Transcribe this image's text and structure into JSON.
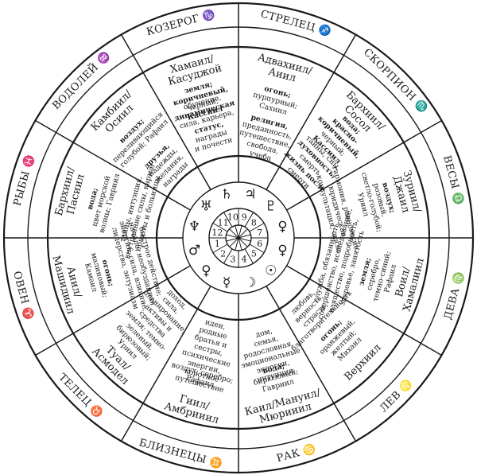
{
  "diagram": {
    "signs": [
      {
        "name": "СТРЕЛЕЦ",
        "symbol": "♐"
      },
      {
        "name": "СКОРПИОН",
        "symbol": "♏"
      },
      {
        "name": "ВЕСЫ",
        "symbol": "♎"
      },
      {
        "name": "ДЕВА",
        "symbol": "♍"
      },
      {
        "name": "ЛЕВ",
        "symbol": "♌"
      },
      {
        "name": "РАК",
        "symbol": "♋"
      },
      {
        "name": "БЛИЗНЕЦЫ",
        "symbol": "♊"
      },
      {
        "name": "ТЕЛЕЦ",
        "symbol": "♉"
      },
      {
        "name": "ОВЕН",
        "symbol": "♈"
      },
      {
        "name": "РЫБЫ",
        "symbol": "♓"
      },
      {
        "name": "ВОДОЛЕЙ",
        "symbol": "♒"
      },
      {
        "name": "КОЗЕРОГ",
        "symbol": "♑"
      }
    ],
    "angels": [
      [
        "Адвахиил/",
        "Аиил"
      ],
      [
        "Бархиил/",
        "Сосол"
      ],
      [
        "Зуриил/",
        "Джаил"
      ],
      [
        "Воил/",
        "Хамалиил"
      ],
      [
        "Верхиил"
      ],
      [
        "Каил/Мануил/",
        "Мюрииил"
      ],
      [
        "Гиил/",
        "Амбрииил"
      ],
      [
        "Туал/",
        "Асмодел"
      ],
      [
        "Аиил/",
        "Машидиил"
      ],
      [
        "Бархиил/",
        "Пасиил"
      ],
      [
        "Камбиил/",
        "Осиил"
      ],
      [
        "Хамаил/",
        "Касуджой"
      ]
    ],
    "outer_descriptions": [
      [
        "огонь;",
        "пурпурный;",
        "Сахиил"
      ],
      [
        "вода;",
        "красно-",
        "коричневый,",
        "черный;",
        "Кассиил"
      ],
      [
        "воздух;",
        "розовый,",
        "светло-голубой;",
        "Уриил"
      ],
      [
        "земля;",
        "серебро,",
        "темно-синий;",
        "Рафаил"
      ],
      [
        "огонь;",
        "оранжевый,",
        "желтый;",
        "Михаил"
      ],
      [
        "вода;",
        "бирюзовый;",
        "Гавриил"
      ],
      [
        "воздух; серебро;",
        "Рафаил"
      ],
      [
        "земля; темно-",
        "зеленый,",
        "бирюзовый;",
        "Уриил"
      ],
      [
        "огонь;",
        "малиновый;",
        "Камаил"
      ],
      [
        "вода;",
        "цвет морской",
        "волны; Гавриил"
      ],
      [
        "воздух;",
        "переливающийся",
        "голубой; Рафаил"
      ],
      [
        "земля;",
        "коричневый,",
        "черный;",
        "Кассиил"
      ]
    ],
    "inner_descriptions": [
      [
        "религия,",
        "преданность,",
        "путешествие,",
        "свобода,",
        "учеба"
      ],
      [
        "тайны, сны,",
        "духовность,",
        "смерть,",
        "жизнь после",
        "смерти"
      ],
      [
        "гармония, равновесие,",
        "юридическая",
        "консультация, связи"
      ],
      [
        "служба, обязанность,",
        "совершенство, исследование,",
        "изящество, подробность,",
        "здоровье, занятость"
      ],
      [
        "любовь,",
        "верность,",
        "страсть,",
        "благотворительность"
      ],
      [
        "дом,",
        "семья,",
        "родословная,",
        "эмоциональные",
        "энергии,",
        "интуиция"
      ],
      [
        "идеи,",
        "родные",
        "братья и",
        "сестры,",
        "психические",
        "энергии,",
        "короткое",
        "путешествие"
      ],
      [
        "доход,",
        "сила,",
        "планирование,",
        "активы и",
        "средства"
      ],
      [
        "быстрое действие;",
        "начало; необузданная",
        "энергия, сила, влияние,",
        "лидерство, энтузиазм"
      ],
      [
        "тайны, интуиция,",
        "внутренние силы, карма,",
        "приюты и больницы"
      ],
      [
        "друзья,",
        "надежды,",
        "желания,",
        "награды"
      ],
      [
        "обучение,",
        "динамическая",
        "сила, карьера,",
        "статус,",
        "награды",
        "и почести"
      ]
    ],
    "house_numbers": [
      "9",
      "8",
      "7",
      "6",
      "5",
      "4",
      "3",
      "2",
      "1",
      "12",
      "11",
      "10"
    ],
    "planets": [
      "♃",
      "♇",
      "♀",
      "♀",
      "☉",
      "☽",
      "☿",
      "♀",
      "♂",
      "♆",
      "♅",
      "♄"
    ]
  }
}
